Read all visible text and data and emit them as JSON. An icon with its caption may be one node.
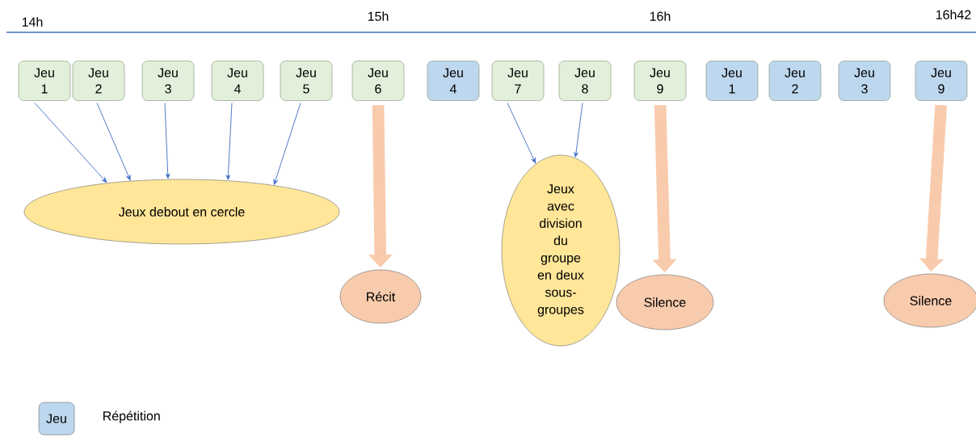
{
  "diagram": {
    "nodes": [
      {
        "text": [
          "Jeu 1"
        ]
      },
      {
        "text": [
          "Jeu 2"
        ]
      },
      {
        "text": [
          "Jeu 3"
        ]
      },
      {
        "text": [
          "Jeu 4"
        ]
      },
      {
        "text": [
          "Jeu 5"
        ]
      },
      {
        "text": [
          "Jeu 6"
        ]
      },
      {
        "text": [
          "Jeu 4"
        ]
      },
      {
        "text": [
          "Jeu 7"
        ]
      },
      {
        "text": [
          "Jeu 8"
        ]
      },
      {
        "text": [
          "Jeu 9"
        ]
      },
      {
        "text": [
          "Jeu 1"
        ]
      },
      {
        "text": [
          "Jeu 2"
        ]
      },
      {
        "text": [
          "Jeu 3"
        ]
      },
      {
        "text": [
          "Jeu 9"
        ]
      },
      {
        "text": [
          "Jeux debout en cercle"
        ]
      },
      {
        "text": [
          "Récit"
        ]
      },
      {
        "text": [
          "Jeux avec division du groupe en deux sous-groupes"
        ]
      },
      {
        "text": [
          "Silence"
        ]
      },
      {
        "text": [
          "Silence"
        ]
      }
    ],
    "edges": [
      {
        "from": 0,
        "to": 14,
        "arrow": "to"
      },
      {
        "from": 1,
        "to": 14,
        "arrow": "to"
      },
      {
        "from": 2,
        "to": 14,
        "arrow": "to"
      },
      {
        "from": 3,
        "to": 14,
        "arrow": "to"
      },
      {
        "from": 4,
        "to": 14,
        "arrow": "to"
      },
      {
        "from": 5,
        "to": 15,
        "arrow": "to",
        "style": "thick",
        "color": "#f8cbad"
      },
      {
        "from": 7,
        "to": 16,
        "arrow": "to"
      },
      {
        "from": 8,
        "to": 16,
        "arrow": "to"
      },
      {
        "from": 9,
        "to": 17,
        "arrow": "to",
        "style": "thick",
        "color": "#f8cbad"
      },
      {
        "from": 13,
        "to": 18,
        "arrow": "to",
        "style": "thick",
        "color": "#f8cbad"
      }
    ],
    "labels": [
      "14h",
      "15h",
      "16h",
      "16h42",
      "Jeu"
    ],
    "legend": [
      {
        "text": "Répétition",
        "color": "#bdd7ee"
      }
    ]
  }
}
